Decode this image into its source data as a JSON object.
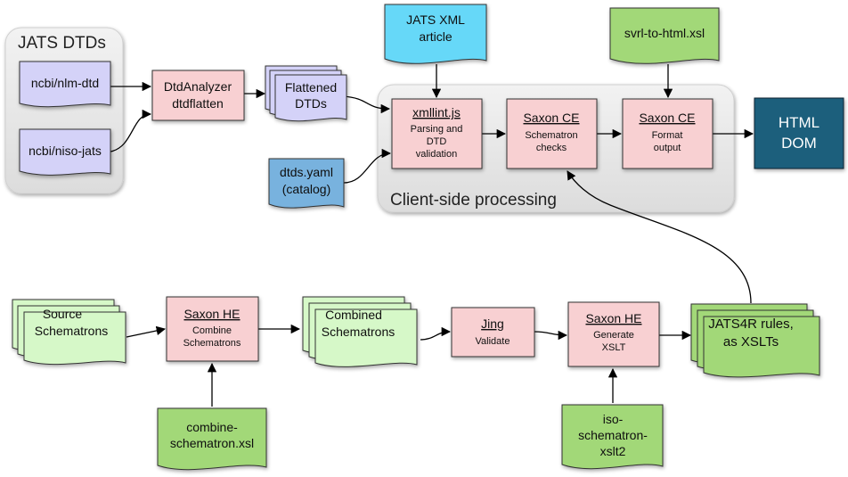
{
  "groups": {
    "jats_dtds": "JATS DTDs",
    "client_side": "Client-side processing"
  },
  "docs": {
    "nlm_dtd": "ncbi/nlm-dtd",
    "niso_jats": "ncbi/niso-jats",
    "flattened_1": "Flattened",
    "flattened_2": "DTDs",
    "jats_article_1": "JATS XML",
    "jats_article_2": "article",
    "dtds_yaml_1": "dtds.yaml",
    "dtds_yaml_2": "(catalog)",
    "svrl_xsl": "svrl-to-html.xsl",
    "source_sch_1": "Source",
    "source_sch_2": "Schematrons",
    "combine_xsl_1": "combine-",
    "combine_xsl_2": "schematron.xsl",
    "combined_sch_1": "Combined",
    "combined_sch_2": "Schematrons",
    "iso_xslt_1": "iso-",
    "iso_xslt_2": "schematron-",
    "iso_xslt_3": "xslt2",
    "rules_1": "JATS4R rules,",
    "rules_2": "as XSLTs"
  },
  "processes": {
    "dtdanalyzer_1": "DtdAnalyzer",
    "dtdanalyzer_2": "dtdflatten",
    "xmllint_title": "xmllint.js",
    "xmllint_d1": "Parsing and",
    "xmllint_d2": "DTD",
    "xmllint_d3": "validation",
    "saxonce1_title": "Saxon CE",
    "saxonce1_d1": "Schematron",
    "saxonce1_d2": "checks",
    "saxonce2_title": "Saxon CE",
    "saxonce2_d1": "Format",
    "saxonce2_d2": "output",
    "saxonhe1_title": "Saxon HE",
    "saxonhe1_d1": "Combine",
    "saxonhe1_d2": "Schematrons",
    "jing_title": "Jing",
    "jing_d1": "Validate",
    "saxonhe2_title": "Saxon HE",
    "saxonhe2_d1": "Generate",
    "saxonhe2_d2": "XSLT"
  },
  "output": {
    "line1": "HTML",
    "line2": "DOM"
  },
  "colors": {
    "purple_doc": "#d4d2f8",
    "pink_process": "#f8d0d2",
    "green_doc": "#d6f8c8",
    "green_input": "#a2d878",
    "cyan_doc": "#66d8f8",
    "blue_doc": "#78b2de",
    "output_box": "#1c5e7c",
    "group_bg": "#e6e6e6"
  }
}
